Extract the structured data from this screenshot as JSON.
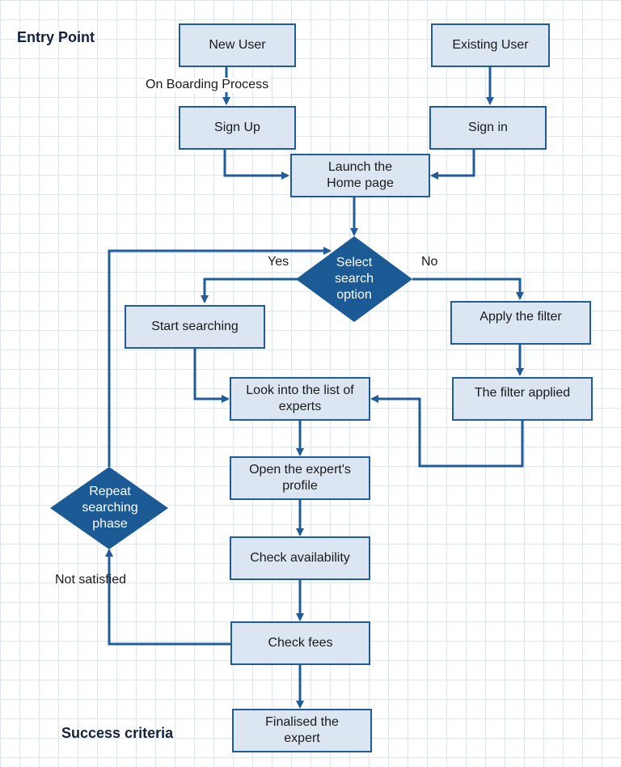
{
  "headings": {
    "entry_point": "Entry Point",
    "success_criteria": "Success criteria"
  },
  "nodes": {
    "new_user": "New User",
    "existing_user": "Existing User",
    "sign_up": "Sign Up",
    "sign_in": "Sign in",
    "launch_home": "Launch the Home page",
    "select_search": "Select search option",
    "start_searching": "Start searching",
    "apply_filter": "Apply the filter",
    "filter_applied": "The filter applied",
    "look_list": "Look into the list of experts",
    "open_profile": "Open the expert's profile",
    "check_availability": "Check availability",
    "check_fees": "Check fees",
    "finalised": "Finalised the expert",
    "repeat_search": "Repeat searching phase"
  },
  "edge_labels": {
    "onboarding": "On Boarding Process",
    "yes": "Yes",
    "no": "No",
    "not_satisfied": "Not satisfied"
  },
  "colors": {
    "box_fill": "#dce6f2",
    "box_border": "#1f5c99",
    "decision_fill": "#1c5a96",
    "connector": "#1f5c99",
    "grid": "#dfe4ea"
  }
}
